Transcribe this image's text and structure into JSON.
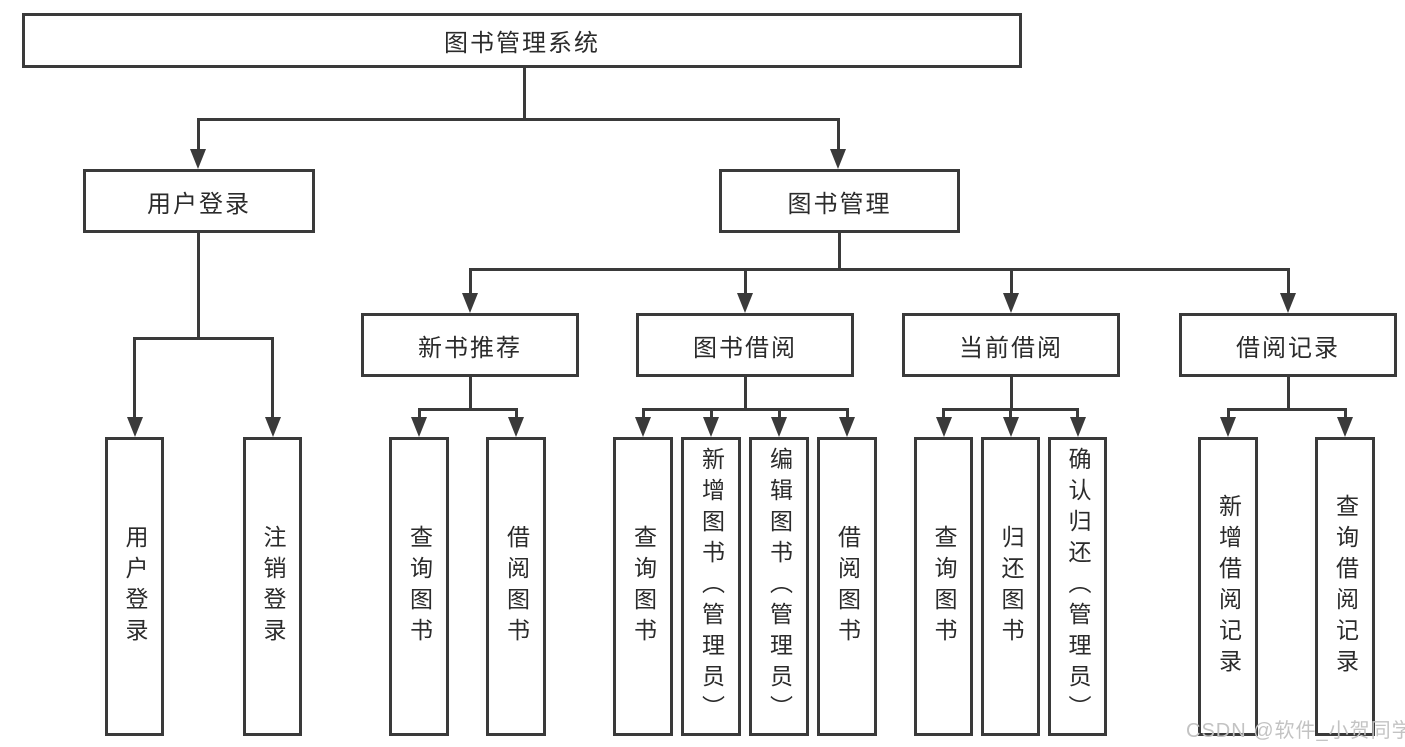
{
  "title": "图书管理系统",
  "branches": {
    "user_login": {
      "label": "用户登录",
      "children": [
        "用户登录",
        "注销登录"
      ]
    },
    "book_mgmt": {
      "label": "图书管理",
      "sections": [
        {
          "label": "新书推荐",
          "children": [
            "查询图书",
            "借阅图书"
          ]
        },
        {
          "label": "图书借阅",
          "children": [
            "查询图书",
            "新增图书（管理员）",
            "编辑图书（管理员）",
            "借阅图书"
          ]
        },
        {
          "label": "当前借阅",
          "children": [
            "查询图书",
            "归还图书",
            "确认归还（管理员）"
          ]
        },
        {
          "label": "借阅记录",
          "children": [
            "新增借阅记录",
            "查询借阅记录"
          ]
        }
      ]
    }
  },
  "watermark": "CSDN @软件_小贺同学"
}
